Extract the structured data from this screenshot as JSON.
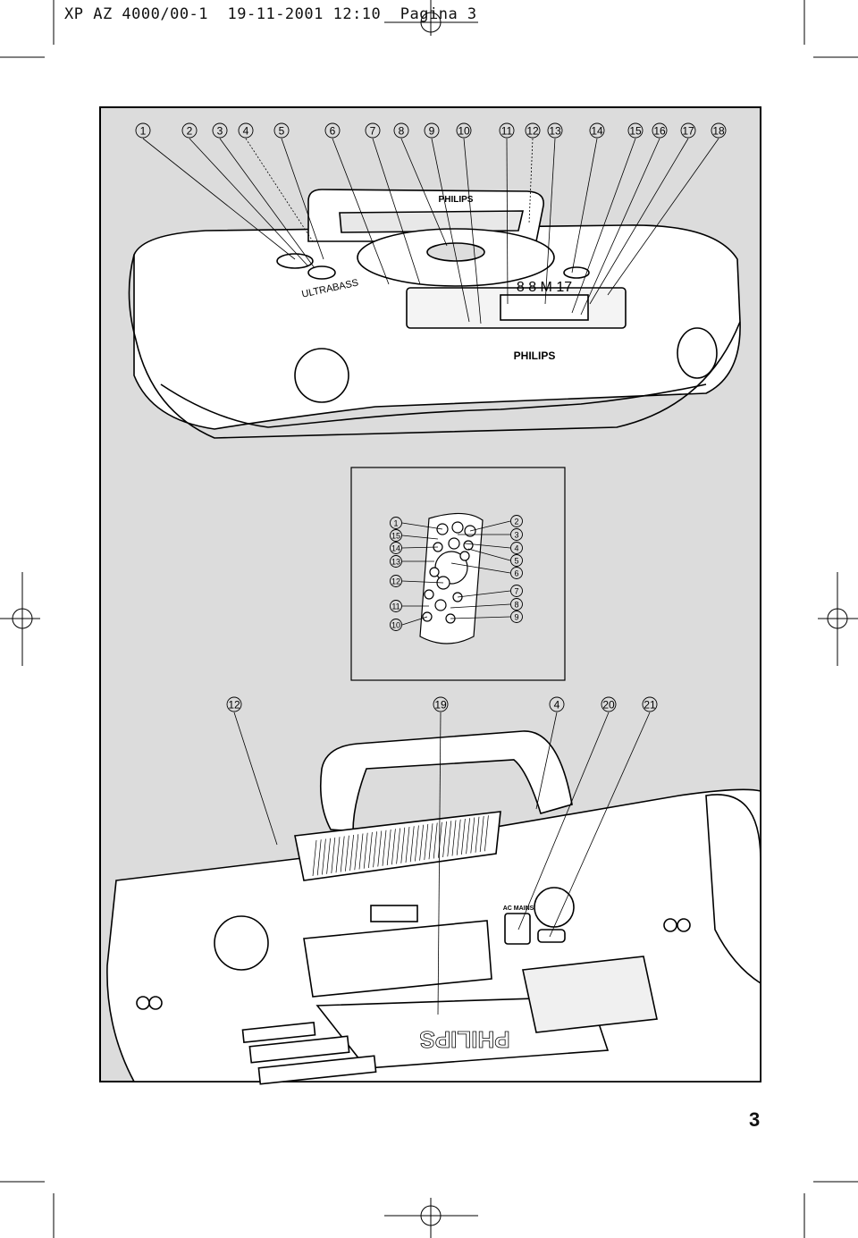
{
  "header": {
    "doc_code": "XP AZ 4000/00-1",
    "date_time": "19-11-2001 12:10",
    "page_word": "Pagina 3"
  },
  "page_number": "3",
  "top_callouts": [
    "1",
    "2",
    "3",
    "4",
    "5",
    "6",
    "7",
    "8",
    "9",
    "10",
    "11",
    "12",
    "13",
    "14",
    "15",
    "16",
    "17",
    "18"
  ],
  "remote_left_callouts": [
    "1",
    "15",
    "14",
    "13",
    "12",
    "11",
    "10"
  ],
  "remote_right_callouts": [
    "2",
    "3",
    "4",
    "5",
    "6",
    "7",
    "8",
    "9"
  ],
  "bottom_callouts": [
    "12",
    "19",
    "4",
    "20",
    "21"
  ],
  "device_labels": {
    "brand_lid": "PHILIPS",
    "brand_front": "PHILIPS",
    "brand_bottom": "PHILIPS",
    "ultrabass": "ULTRABASS",
    "display": "8 8 M 17",
    "ac_mains": "AC MAINS"
  }
}
